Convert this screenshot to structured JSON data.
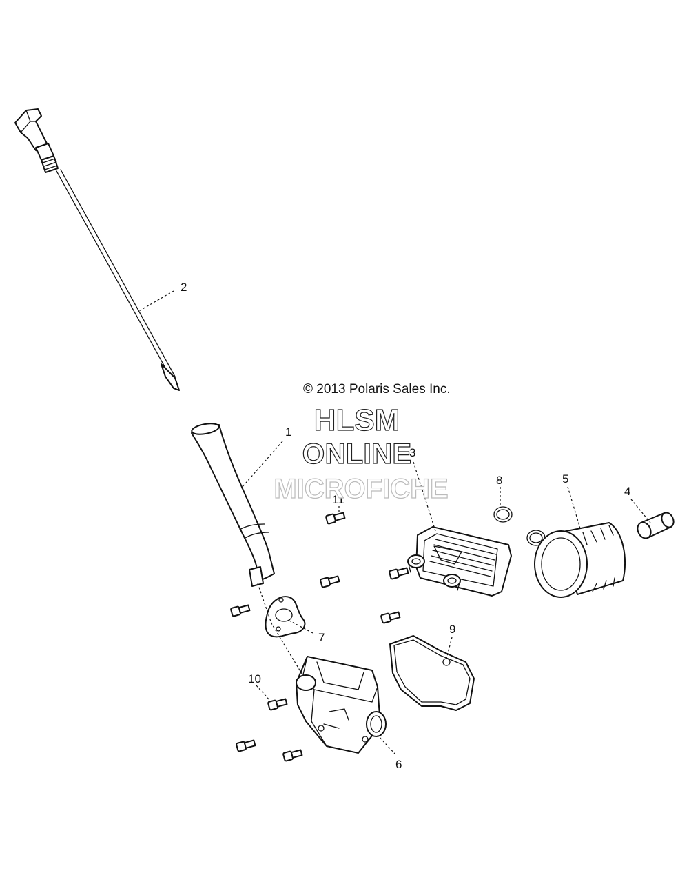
{
  "copyright": "© 2013 Polaris Sales Inc.",
  "watermark": {
    "line1": "HLSM",
    "line2": "ONLINE",
    "line3": "MICROFICHE"
  },
  "callouts": {
    "c1": "1",
    "c2": "2",
    "c3": "3",
    "c4": "4",
    "c5": "5",
    "c6": "6",
    "c7": "7",
    "c8": "8",
    "c9": "9",
    "c10": "10",
    "c11": "11"
  }
}
